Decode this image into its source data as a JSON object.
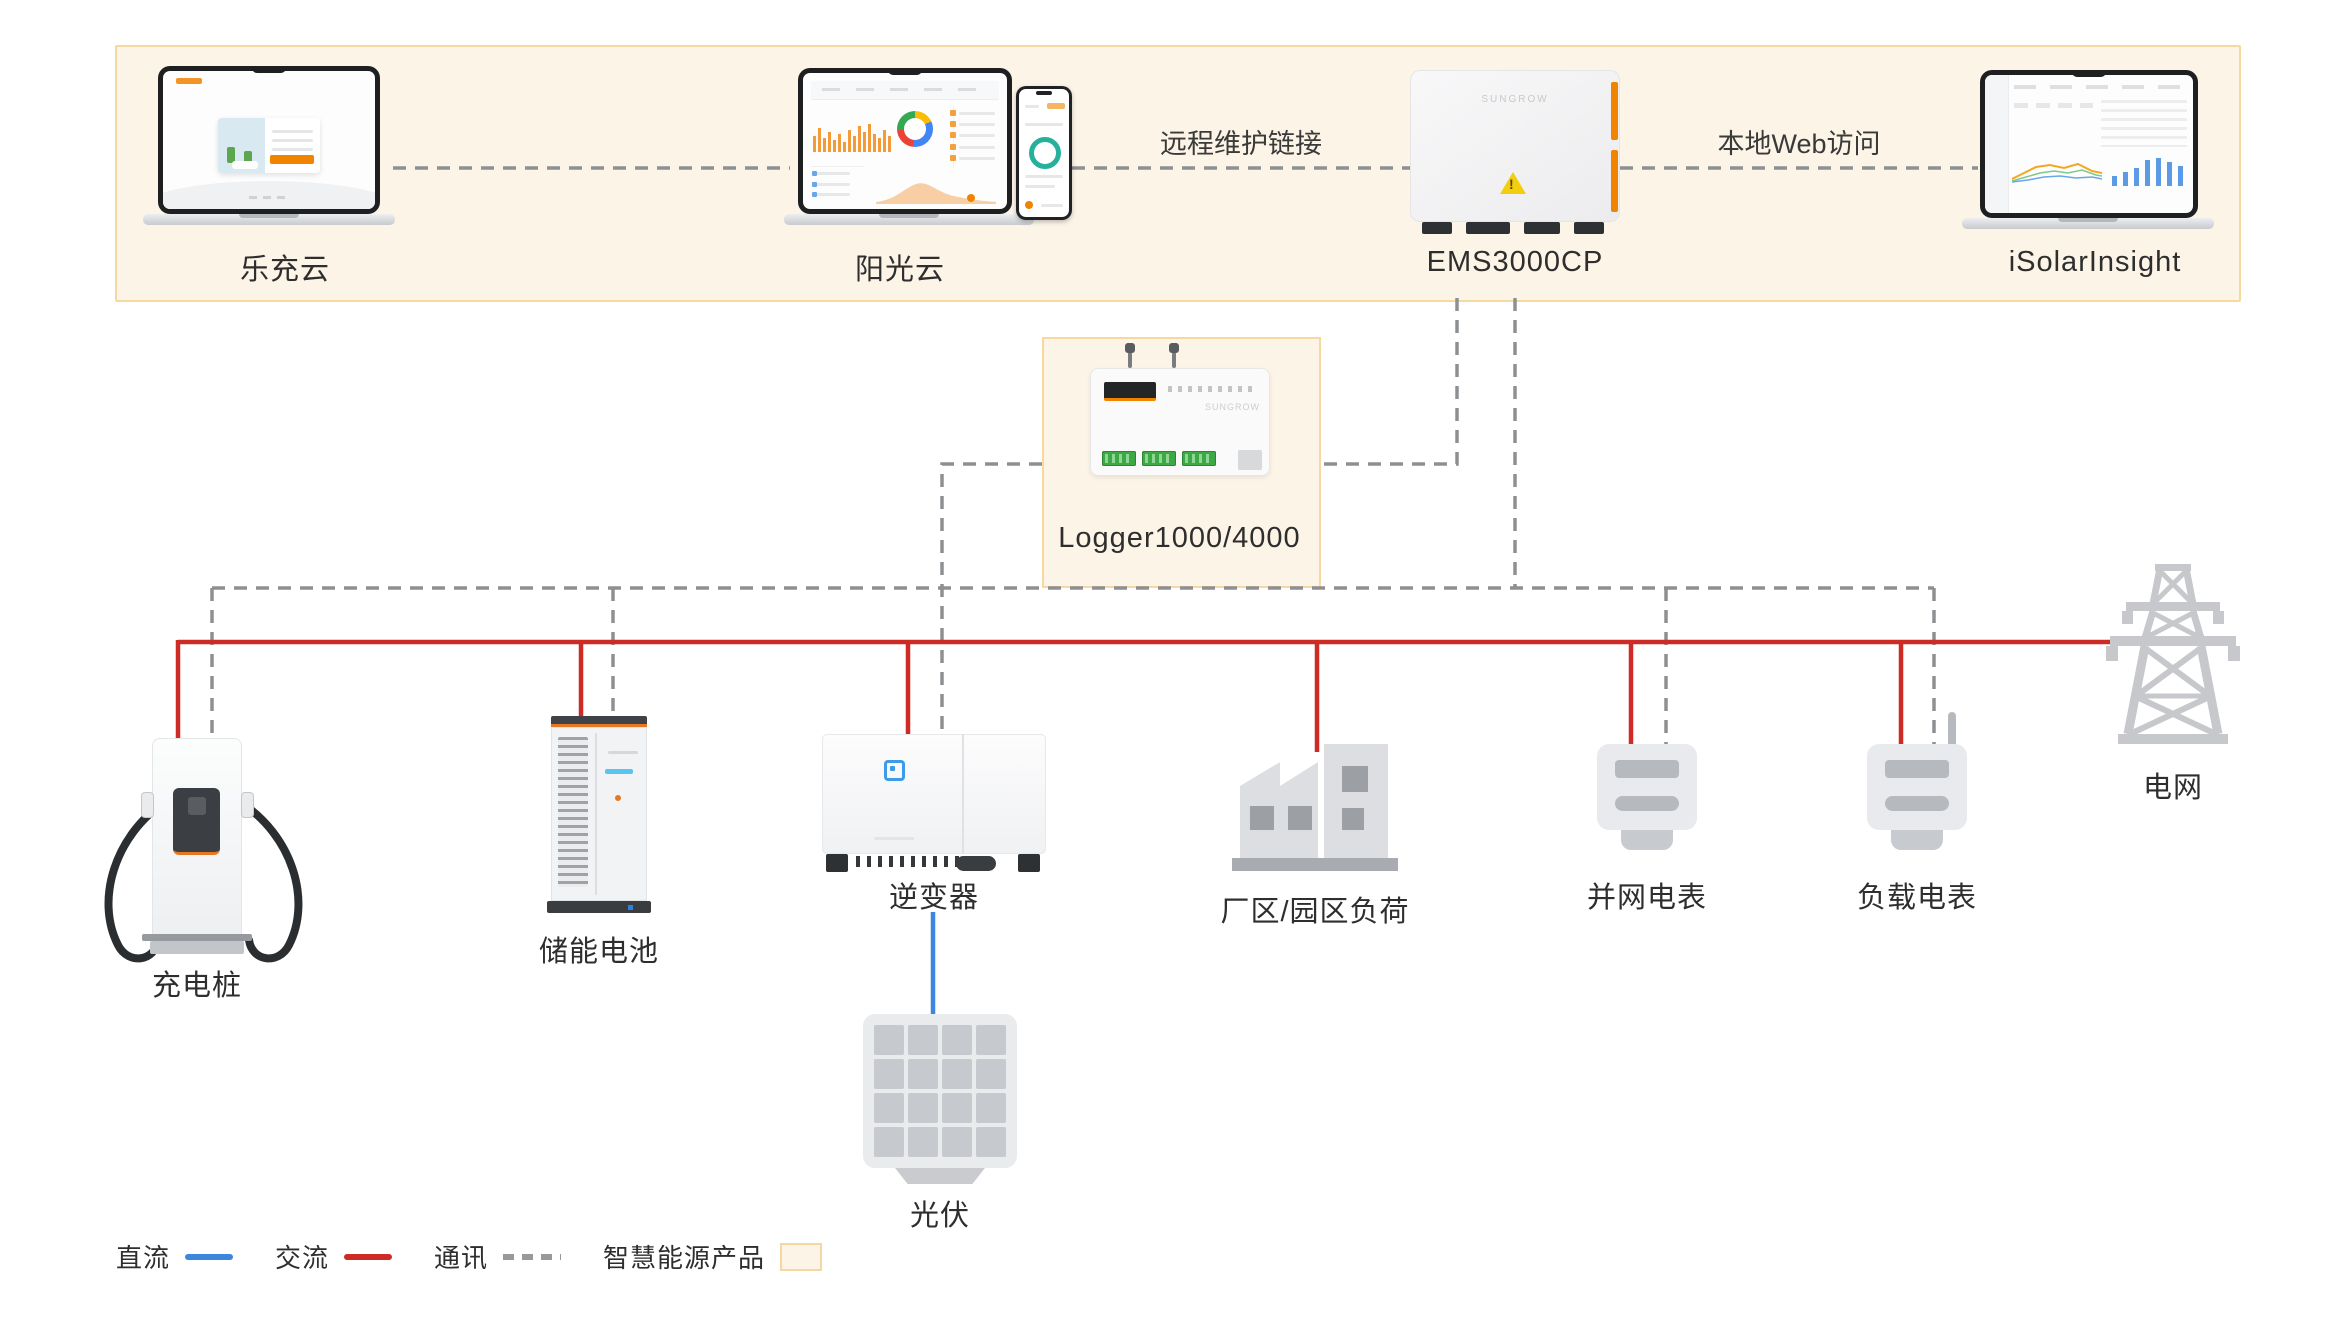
{
  "colors": {
    "dc_blue": "#3c86db",
    "ac_red": "#ce2b27",
    "comm_gray": "#8d9093",
    "zone_fill": "#fcf4e6",
    "zone_border": "#f6d8a0",
    "label_text": "#2e2e2e"
  },
  "brand": "SUNGROW",
  "cloud_zone": {
    "lechong_label": "乐充云",
    "yangguang_label": "阳光云",
    "ems_label": "EMS3000CP",
    "isolar_label": "iSolarInsight",
    "link_remote": "远程维护链接",
    "link_local": "本地Web访问"
  },
  "logger": {
    "label": "Logger1000/4000"
  },
  "devices": {
    "charger": "充电桩",
    "battery": "储能电池",
    "inverter": "逆变器",
    "pv": "光伏",
    "load": "厂区/园区负荷",
    "grid_meter": "并网电表",
    "load_meter": "负载电表",
    "grid": "电网"
  },
  "legend": {
    "dc": "直流",
    "ac": "交流",
    "comm": "通讯",
    "smart_products": "智慧能源产品"
  }
}
